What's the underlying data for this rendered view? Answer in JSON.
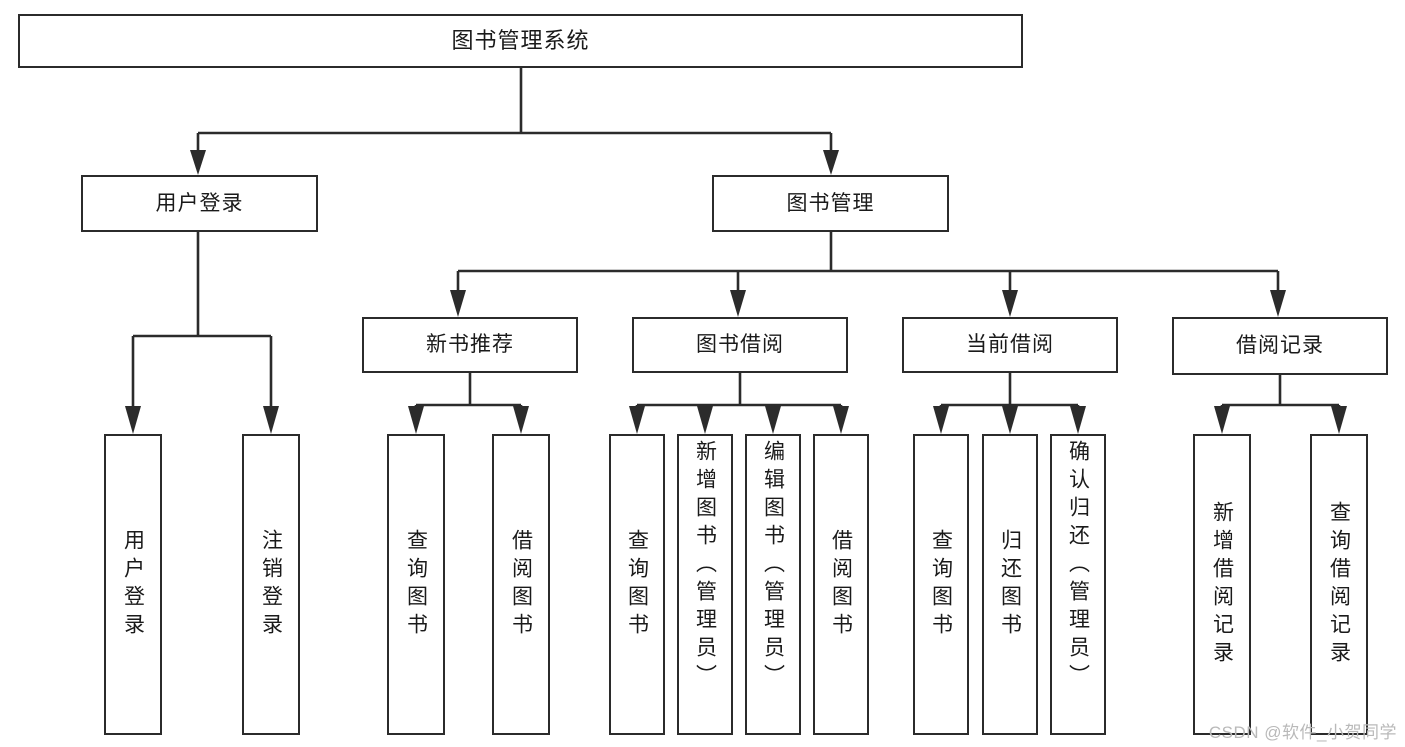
{
  "diagram": {
    "type": "tree",
    "title": "图书管理系统",
    "orientation": "top-down",
    "levels": 4
  },
  "nodes": {
    "root": {
      "label": "图书管理系统"
    },
    "level2": [
      {
        "label": "用户登录"
      },
      {
        "label": "图书管理"
      }
    ],
    "level3": [
      {
        "label": "新书推荐"
      },
      {
        "label": "图书借阅"
      },
      {
        "label": "当前借阅"
      },
      {
        "label": "借阅记录"
      }
    ],
    "leaves_user_login": [
      {
        "label": "用户登录"
      },
      {
        "label": "注销登录"
      }
    ],
    "leaves_new_book": [
      {
        "label": "查询图书"
      },
      {
        "label": "借阅图书"
      }
    ],
    "leaves_book_borrow": [
      {
        "label": "查询图书"
      },
      {
        "label": "新增图书（管理员）"
      },
      {
        "label": "编辑图书（管理员）"
      },
      {
        "label": "借阅图书"
      }
    ],
    "leaves_current_borrow": [
      {
        "label": "查询图书"
      },
      {
        "label": "归还图书"
      },
      {
        "label": "确认归还（管理员）"
      }
    ],
    "leaves_borrow_record": [
      {
        "label": "新增借阅记录"
      },
      {
        "label": "查询借阅记录"
      }
    ]
  },
  "watermark": {
    "text": "CSDN @软件_小贺同学"
  },
  "colors": {
    "border": "#2b2b2b",
    "background": "#ffffff",
    "text": "#1a1a1a",
    "watermark": "#b9b9b9"
  }
}
